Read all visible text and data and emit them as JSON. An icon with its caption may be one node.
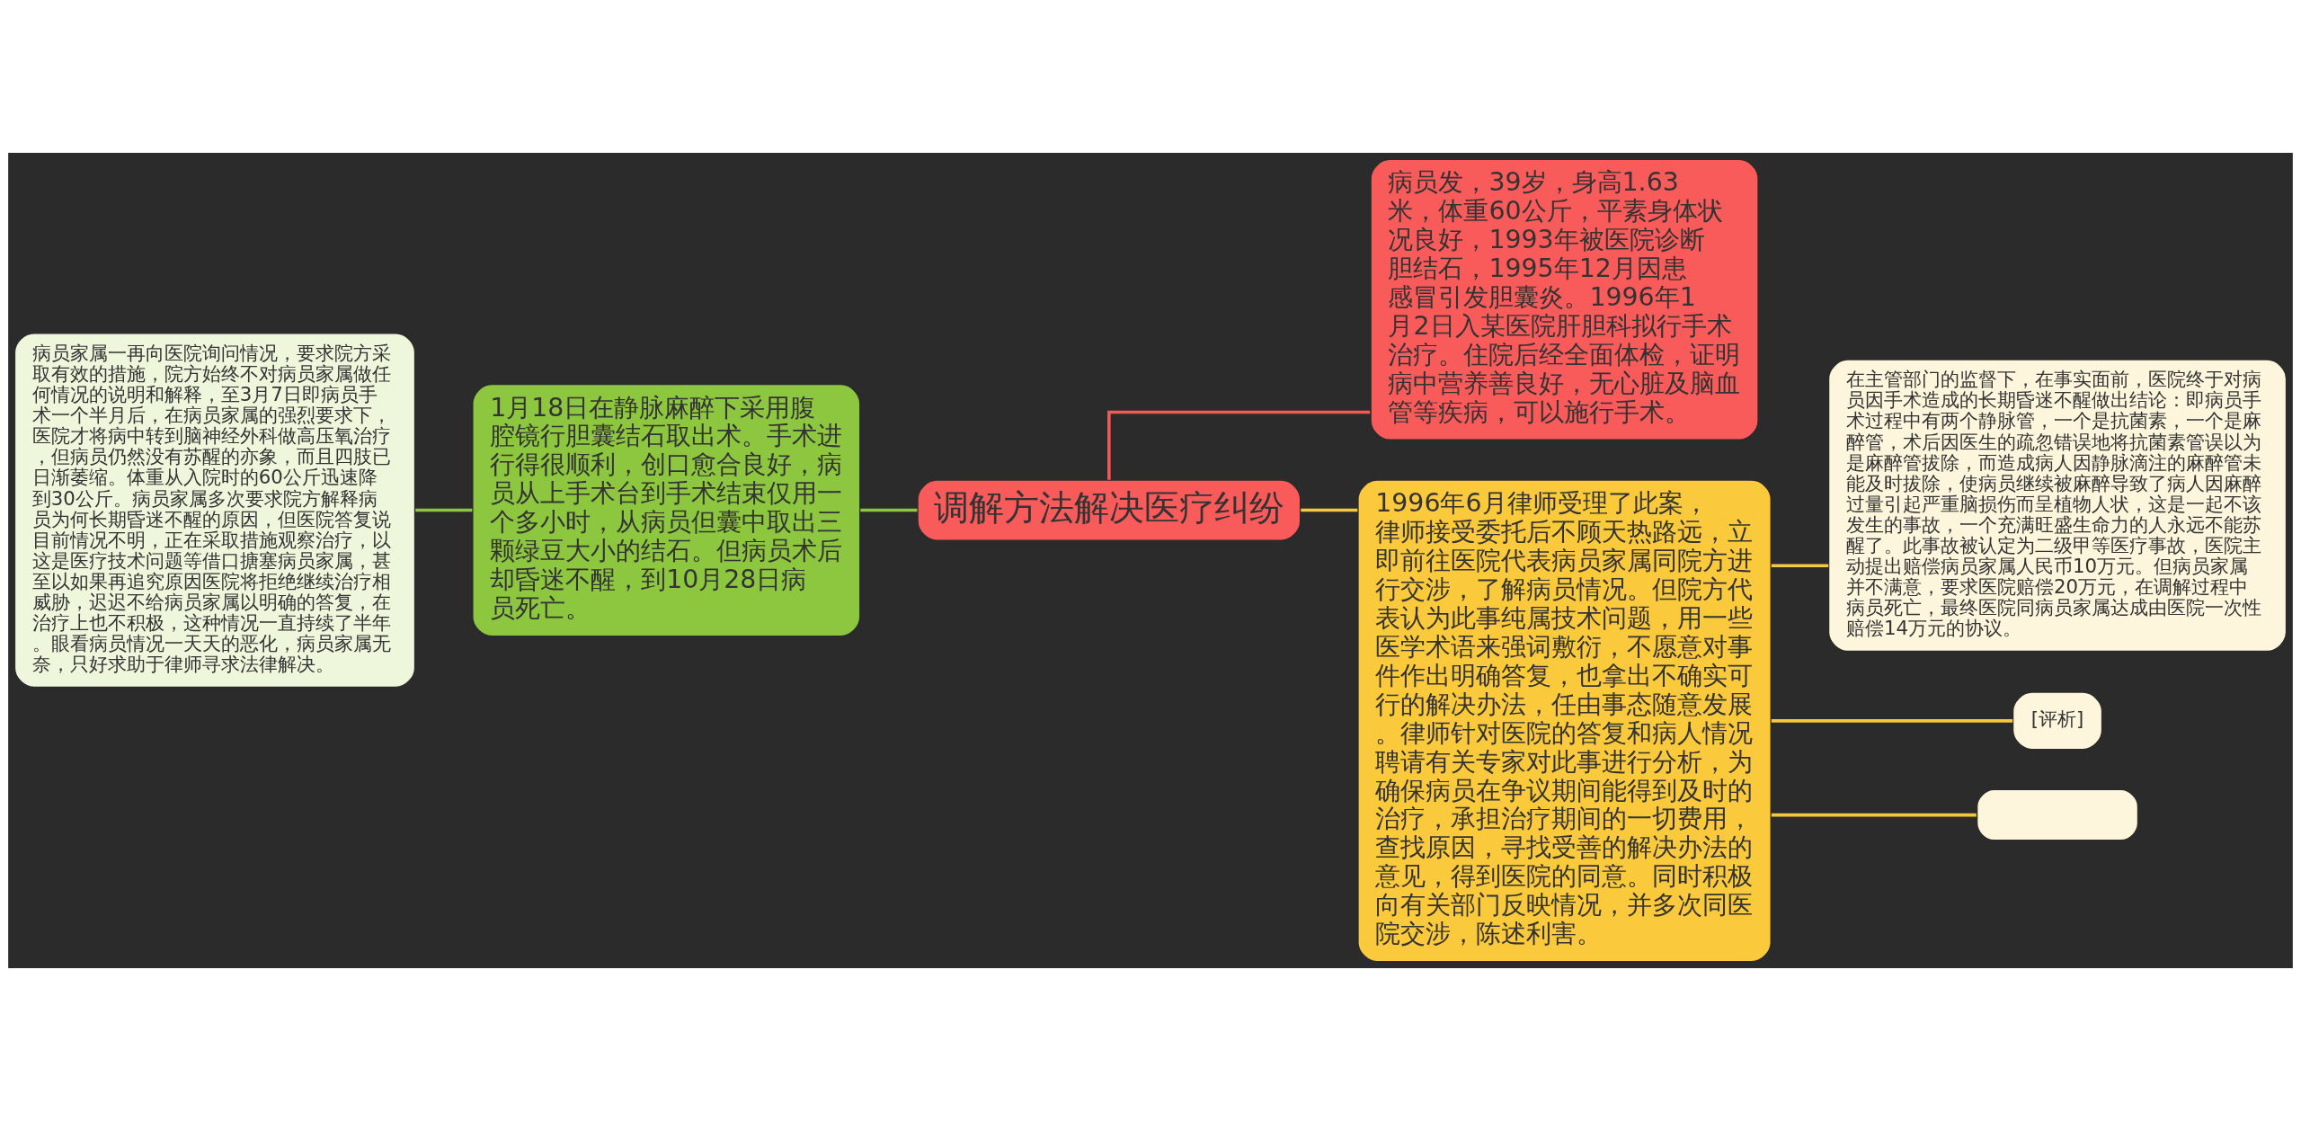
{
  "diagram": {
    "nodes": [
      {
        "text": [
          "调解方法解决医疗纠纷"
        ]
      },
      {
        "text": [
          "1月18日在静脉麻醉下采用腹腔镜行胆囊结石取出术。手术进行得很顺利，创口愈合良好，病员从上手术台到手术结束仅用一个多小时，从病员但囊中取出三颗绿豆大小的结石。但病员术后却昏迷不醒，到10月28日病员死亡。"
        ]
      },
      {
        "text": [
          "病员家属一再向医院询问情况，要求院方采取有效的措施，院方始终不对病员家属做任何情况的说明和解释，至3月7日即病员手术一个半月后，在病员家属的强烈要求下，医院才将病中转到脑神经外科做高压氧治疗，但病员仍然没有苏醒的亦象，而且四肢已日渐萎缩。体重从入院时的60公斤迅速降到30公斤。病员家属多次要求院方解释病员为何长期昏迷不醒的原因，但医院答复说目前情况不明，正在采取措施观察治疗，以这是医疗技术问题等借口搪塞病员家属，甚至以如果再追究原因医院将拒绝继续治疗相威胁，迟迟不给病员家属以明确的答复，在治疗上也不积极，这种情况一直持续了半年。眼看病员情况一天天的恶化，病员家属无奈，只好求助于律师寻求法律解决。"
        ]
      },
      {
        "text": [
          "病员发，39岁，身高1.63米，体重60公斤，平素身体状况良好，1993年被医院诊断胆结石，1995年12月因患感冒引发胆囊炎。1996年1月2日入某医院肝胆科拟行手术治疗。住院后经全面体检，证明病中营养善良好，无心脏及脑血管等疾病，可以施行手术。"
        ]
      },
      {
        "text": [
          "1996年6月律师受理了此案，律师接受委托后不顾天热路远，立即前往医院代表病员家属同院方进行交涉，了解病员情况。但院方代表认为此事纯属技术问题，用一些医学术语来强词敷衍，不愿意对事件作出明确答复，也拿出不确实可行的解决办法，任由事态随意发展。律师针对医院的答复和病人情况聘请有关专家对此事进行分析，为确保病员在争议期间能得到及时的治疗，承担治疗期间的一切费用，查找原因，寻找受善的解决办法的意见，得到医院的同意。同时积极向有关部门反映情况，并多次同医院交涉，陈述利害。"
        ]
      },
      {
        "text": [
          "在主管部门的监督下，在事实面前，医院终于对病员因手术造成的长期昏迷不醒做出结论：即病员手术过程中有两个静脉管，一个是抗菌素，一个是麻醉管，术后因医生的疏忽错误地将抗菌素管误以为是麻醉管拔除，而造成病人因静脉滴注的麻醉管未能及时拔除，使病员继续被麻醉导致了病人因麻醉过量引起严重脑损伤而呈植物人状，这是一起不该发生的事故，一个充满旺盛生命力的人永远不能苏醒了。此事故被认定为二级甲等医疗事故，医院主动提出赔偿病员家属人民币10万元。但病员家属并不满意，要求医院赔偿20万元，在调解过程中病员死亡，最终医院同病员家属达成由医院一次性赔偿14万元的协议。"
        ]
      },
      {
        "text": [
          "[评析]"
        ]
      },
      {
        "text": [],
        "shape": "box"
      }
    ],
    "edges": [
      {
        "from": 0,
        "to": 1,
        "arrow": "none",
        "color": "#8dc63f"
      },
      {
        "from": 1,
        "to": 2,
        "arrow": "none",
        "color": "#8dc63f"
      },
      {
        "from": 0,
        "to": 3,
        "arrow": "none",
        "color": "#f25a5a"
      },
      {
        "from": 0,
        "to": 4,
        "arrow": "none"
      },
      {
        "from": 4,
        "to": 5,
        "arrow": "none"
      },
      {
        "from": 4,
        "to": 6,
        "arrow": "none"
      },
      {
        "from": 4,
        "to": 7,
        "arrow": "none"
      }
    ]
  }
}
